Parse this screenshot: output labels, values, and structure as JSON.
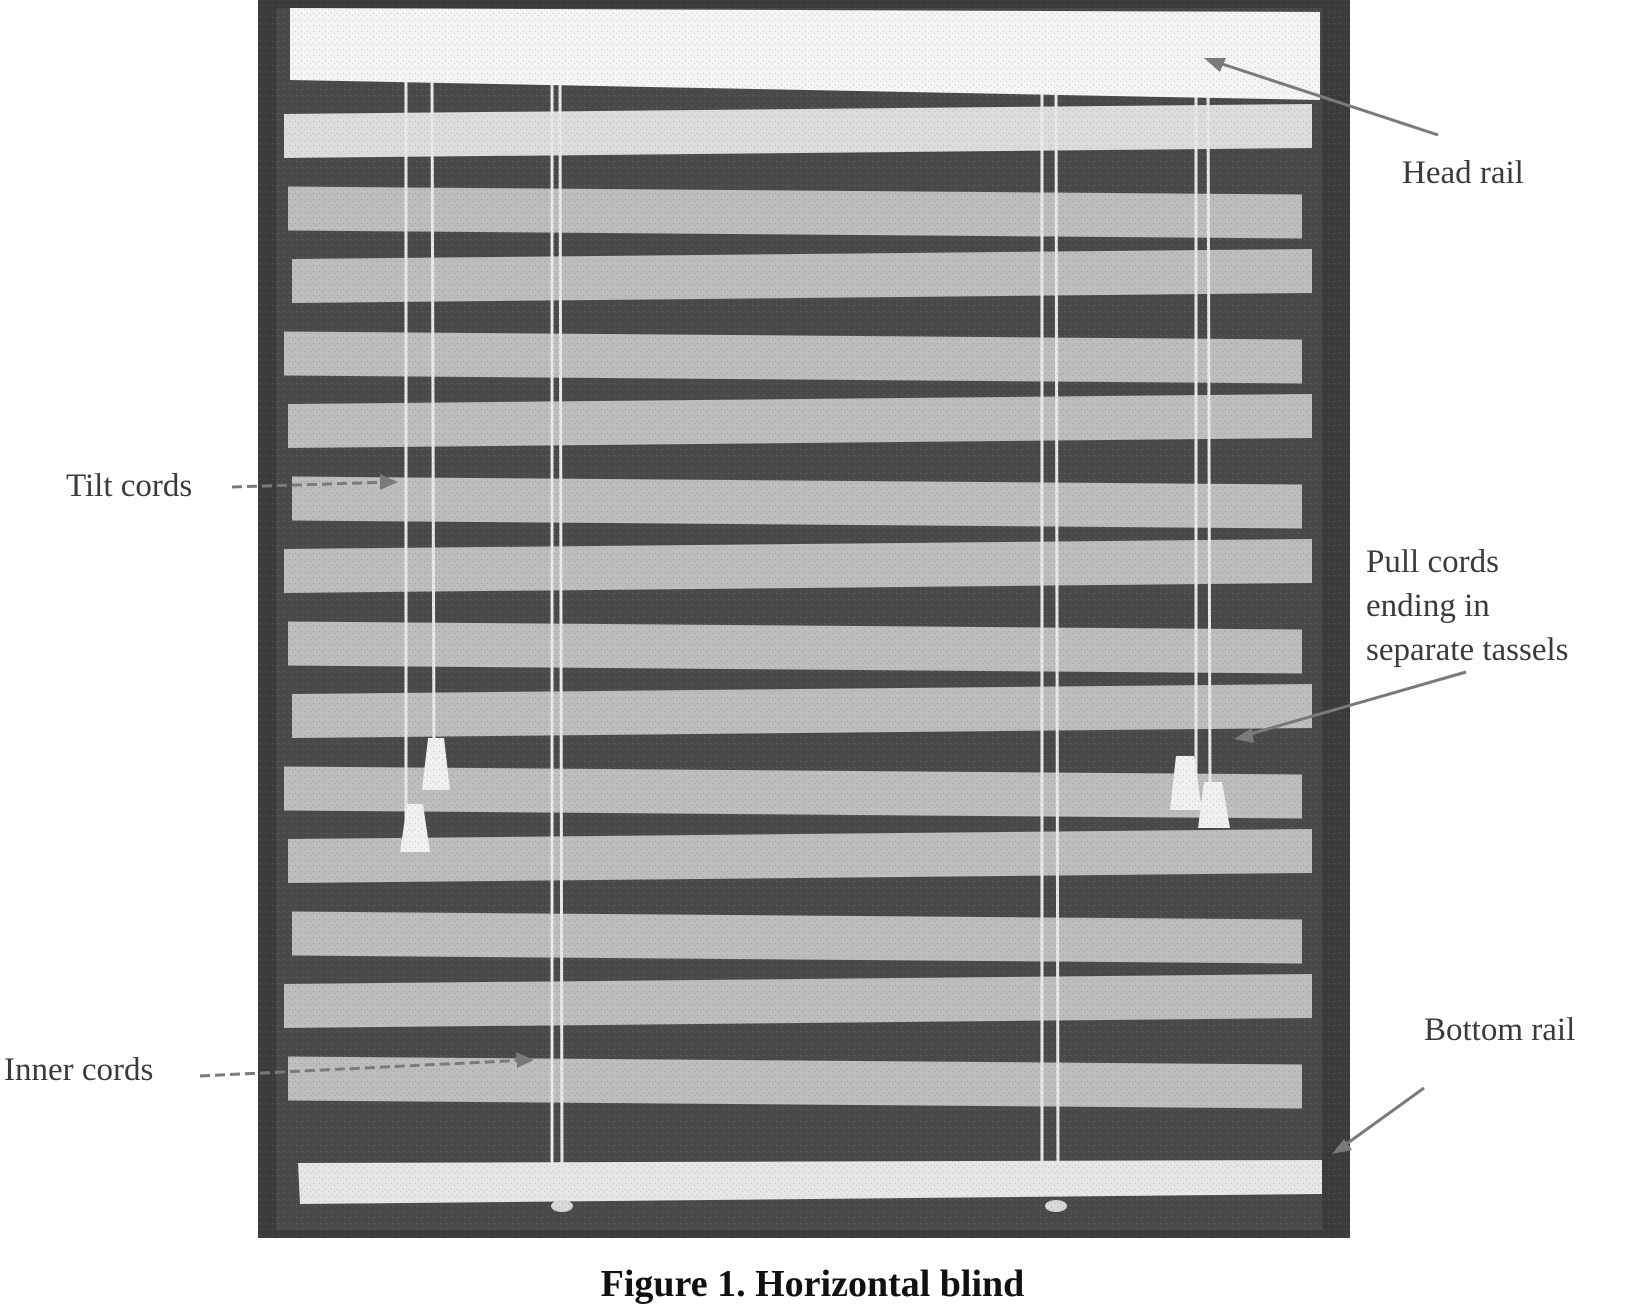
{
  "figure": {
    "caption": "Figure 1. Horizontal blind",
    "labels": {
      "head_rail": "Head rail",
      "tilt_cords": "Tilt cords",
      "pull_cords": [
        "Pull cords",
        "ending in",
        "separate tassels"
      ],
      "bottom_rail": "Bottom rail",
      "inner_cords": "Inner cords"
    },
    "colors": {
      "frame": "#3c3c3c",
      "gap": "#4a4a4a",
      "slat": "#bdbdbd",
      "head_rail": "#f4f4f4",
      "bottom_rail": "#e6e6e6",
      "cord": "#e8e8e8",
      "tassel": "#f0f0f0",
      "arrow": "#7a7a7a"
    },
    "slat_count": 14
  }
}
